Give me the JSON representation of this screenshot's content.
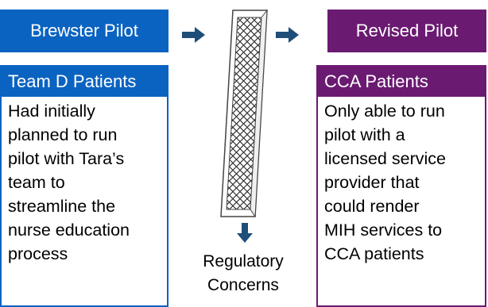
{
  "colors": {
    "left_accent": "#0b63c1",
    "right_accent": "#6b1a72",
    "arrow": "#1f4e79"
  },
  "left": {
    "header": "Brewster Pilot",
    "panel_title": "Team D Patients",
    "lines": [
      "Had initially",
      "planned to run",
      "pilot with Tara’s",
      "team to",
      "streamline the",
      "nurse education",
      "process"
    ]
  },
  "right": {
    "header": "Revised Pilot",
    "panel_title": "CCA Patients",
    "lines": [
      "Only able to run",
      "pilot with a",
      "licensed service",
      "provider that",
      "could render",
      "MIH services to",
      "CCA patients"
    ]
  },
  "middle": {
    "barrier_lines": [
      "Regulatory",
      "Concerns"
    ]
  }
}
